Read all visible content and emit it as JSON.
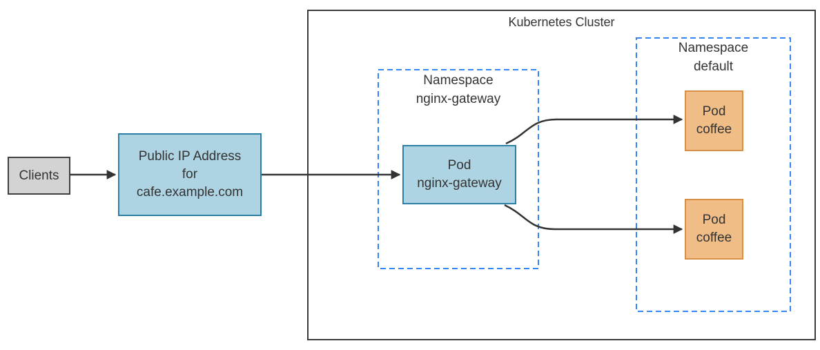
{
  "cluster": {
    "title": "Kubernetes Cluster"
  },
  "namespaces": {
    "nginx_gateway": {
      "label": "Namespace\nnginx-gateway"
    },
    "default": {
      "label": "Namespace\ndefault"
    }
  },
  "nodes": {
    "clients": {
      "label": "Clients"
    },
    "public_ip": {
      "label": "Public IP Address\nfor\ncafe.example.com"
    },
    "pod_gateway": {
      "label": "Pod\nnginx-gateway"
    },
    "pod_coffee_1": {
      "label": "Pod\ncoffee"
    },
    "pod_coffee_2": {
      "label": "Pod\ncoffee"
    }
  },
  "colors": {
    "blue_fill": "#AED3E2",
    "blue_stroke": "#2C7FA4",
    "orange_fill": "#F0BD86",
    "orange_stroke": "#D78E45",
    "gray_fill": "#D3D3D3",
    "gray_stroke": "#3F3F3F",
    "cluster_stroke": "#3A3A3A",
    "namespace_stroke": "#3384F6",
    "arrow": "#333333",
    "text": "#333333"
  }
}
